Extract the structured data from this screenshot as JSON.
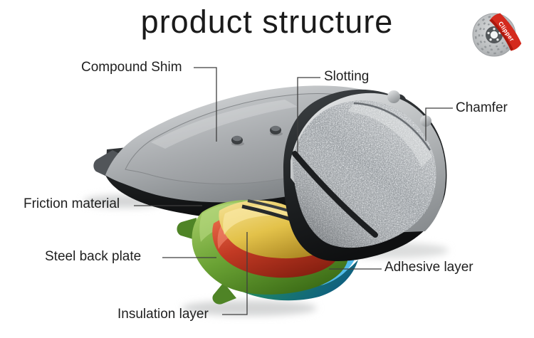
{
  "title": "product structure",
  "logo": {
    "brand": "Clipper"
  },
  "labels": {
    "compound_shim": "Compound Shim",
    "slotting": "Slotting",
    "chamfer": "Chamfer",
    "friction_material": "Friction material",
    "steel_back_plate": "Steel back plate",
    "adhesive_layer": "Adhesive layer",
    "insulation_layer": "Insulation layer"
  },
  "colors": {
    "background": "#ffffff",
    "title_text": "#1a1a1a",
    "label_text": "#1f1f1f",
    "leader_line": "#3f3f3f",
    "caliper_red": "#d42a1d",
    "steel_back_plate_green": "#6aa234",
    "adhesive_red_layer": "#c23a24",
    "insulation_yellow_layer": "#e3c24a",
    "shim_blue_layer": "#1e7fc2",
    "teal_layer": "#1b7e6a",
    "pad_metal_gray": "#b3b6b9",
    "friction_gray": "#989da1"
  }
}
